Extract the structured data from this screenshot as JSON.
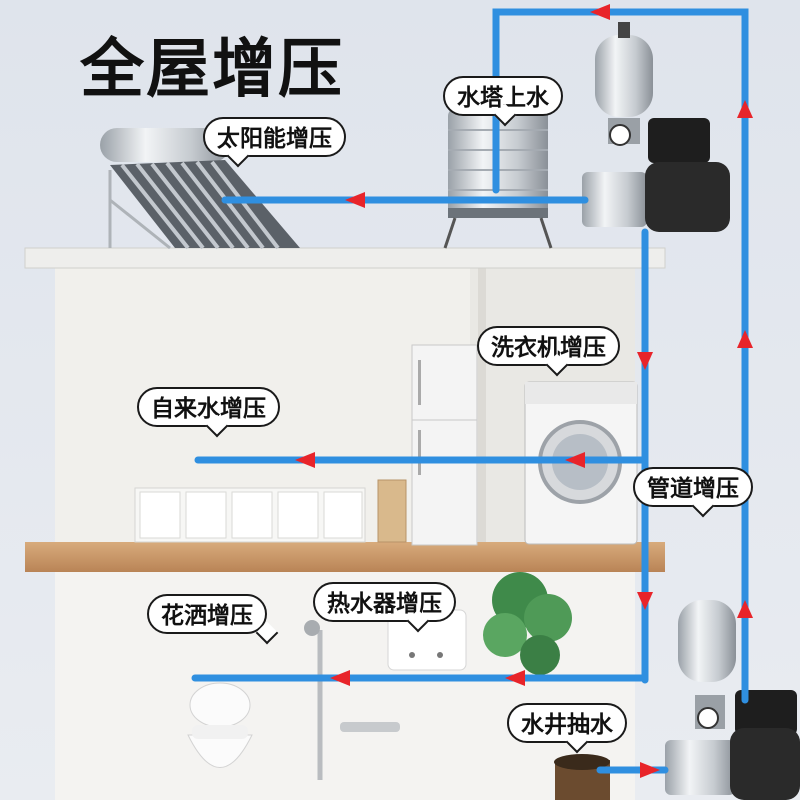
{
  "title": "全屋增压",
  "labels": {
    "water_tower": "水塔上水",
    "solar": "太阳能增压",
    "washer": "洗衣机增压",
    "tap": "自来水增压",
    "pipe": "管道增压",
    "shower": "花洒增压",
    "heater": "热水器增压",
    "well": "水井抽水"
  },
  "colors": {
    "pipe_blue": "#2f8fe0",
    "flow_red": "#e8242a",
    "wall": "#f2f1ee",
    "floor_wood": "#c79a6c"
  },
  "icons": [
    "booster-pump-icon",
    "pressure-tank-icon",
    "solar-water-heater-icon",
    "water-tower-icon",
    "washing-machine-icon",
    "refrigerator-icon",
    "toilet-icon",
    "shower-icon",
    "water-heater-icon",
    "well-icon"
  ]
}
